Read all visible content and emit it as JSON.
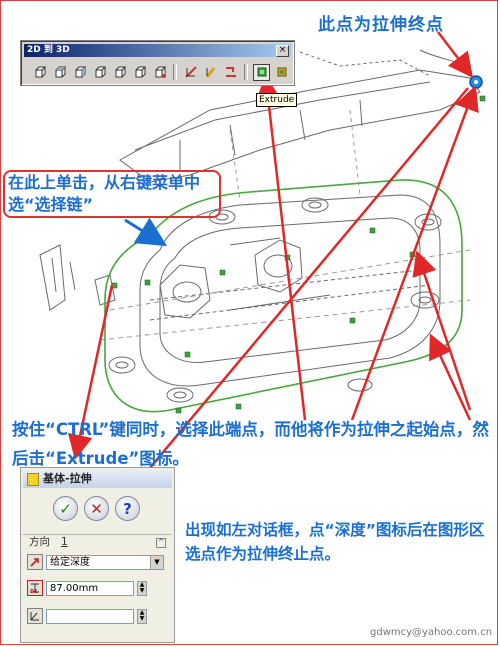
{
  "annotations": {
    "top": "此点为拉伸终点",
    "left": "在此上单击，从右键菜单中选“选择链”",
    "middle": "按住“CTRL”键同时，选择此端点，而他将作为拉伸之起始点，然后击“Extrude”图标。",
    "right": "出现如左对话框，点“深度”图标后在图形区选点作为拉伸终止点。"
  },
  "toolbar": {
    "title": "2D 到 3D",
    "close": "×",
    "tooltip": "Extrude",
    "icons": [
      "front-view-icon",
      "top-view-icon",
      "right-view-icon",
      "left-view-icon",
      "bottom-view-icon",
      "back-view-icon",
      "auxiliary-view-icon",
      "new-sketch-icon",
      "repair-sketch-icon",
      "align-sketch-icon",
      "extrude-icon",
      "cut-icon"
    ]
  },
  "dialog": {
    "title": "基体-拉伸",
    "ok": "✓",
    "cancel": "✕",
    "help": "?",
    "direction_label": "方向",
    "direction_number": "1",
    "end_condition": "给定深度",
    "depth_value": "87.00mm",
    "collapse": "^",
    "draft_value": ""
  },
  "colors": {
    "annotation": "#1a6fd0",
    "arrow": "#e02828",
    "profile": "#46a83a",
    "geometry": "#666666"
  },
  "watermark": "gdwmcy@yahoo.com.cn"
}
